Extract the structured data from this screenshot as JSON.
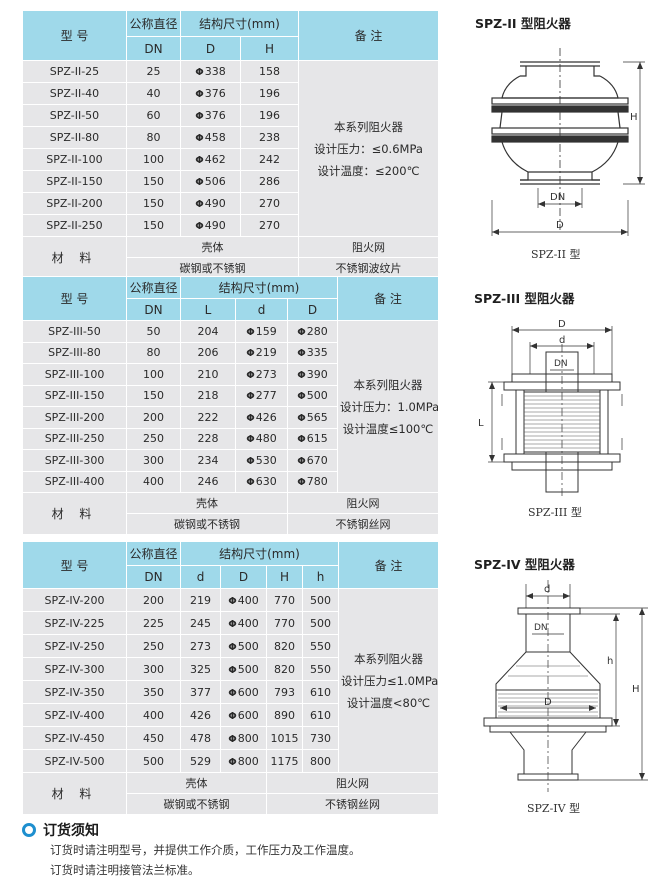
{
  "table_ii": {
    "header": {
      "model": "型 号",
      "dn": "公称直径",
      "dn_sub": "DN",
      "dims": "结构尺寸(mm)",
      "d": "D",
      "h": "H",
      "remark": "备 注"
    },
    "rows": [
      [
        "SPZ-II-25",
        "25",
        "338",
        "158"
      ],
      [
        "SPZ-II-40",
        "40",
        "376",
        "196"
      ],
      [
        "SPZ-II-50",
        "60",
        "376",
        "196"
      ],
      [
        "SPZ-II-80",
        "80",
        "458",
        "238"
      ],
      [
        "SPZ-II-100",
        "100",
        "462",
        "242"
      ],
      [
        "SPZ-II-150",
        "150",
        "506",
        "286"
      ],
      [
        "SPZ-II-200",
        "150",
        "490",
        "270"
      ],
      [
        "SPZ-II-250",
        "150",
        "490",
        "270"
      ]
    ],
    "note": [
      "本系列阻火器",
      "设计压力：≤0.6MPa",
      "设计温度：≤200℃"
    ],
    "material": {
      "label": "材 料",
      "shell": "壳体",
      "shell_value": "碳钢或不锈钢",
      "core": "阻火网",
      "core_value": "不锈钢波纹片"
    }
  },
  "table_iii": {
    "header": {
      "model": "型 号",
      "dn": "公称直径",
      "dn_sub": "DN",
      "dims": "结构尺寸(mm)",
      "l": "L",
      "d": "d",
      "D": "D",
      "remark": "备 注"
    },
    "rows": [
      [
        "SPZ-III-50",
        "50",
        "204",
        "159",
        "280"
      ],
      [
        "SPZ-III-80",
        "80",
        "206",
        "219",
        "335"
      ],
      [
        "SPZ-III-100",
        "100",
        "210",
        "273",
        "390"
      ],
      [
        "SPZ-III-150",
        "150",
        "218",
        "277",
        "500"
      ],
      [
        "SPZ-III-200",
        "200",
        "222",
        "426",
        "565"
      ],
      [
        "SPZ-III-250",
        "250",
        "228",
        "480",
        "615"
      ],
      [
        "SPZ-III-300",
        "300",
        "234",
        "530",
        "670"
      ],
      [
        "SPZ-III-400",
        "400",
        "246",
        "630",
        "780"
      ]
    ],
    "note": [
      "本系列阻火器",
      "设计压力：1.0MPa",
      "设计温度≤100℃"
    ],
    "material": {
      "label": "材 料",
      "shell": "壳体",
      "shell_value": "碳钢或不锈钢",
      "core": "阻火网",
      "core_value": "不锈钢丝网"
    }
  },
  "table_iv": {
    "header": {
      "model": "型 号",
      "dn": "公称直径",
      "dn_sub": "DN",
      "dims": "结构尺寸(mm)",
      "d": "d",
      "D": "D",
      "H": "H",
      "h": "h",
      "remark": "备 注"
    },
    "rows": [
      [
        "SPZ-IV-200",
        "200",
        "219",
        "400",
        "770",
        "500"
      ],
      [
        "SPZ-IV-225",
        "225",
        "245",
        "400",
        "770",
        "500"
      ],
      [
        "SPZ-IV-250",
        "250",
        "273",
        "500",
        "820",
        "550"
      ],
      [
        "SPZ-IV-300",
        "300",
        "325",
        "500",
        "820",
        "550"
      ],
      [
        "SPZ-IV-350",
        "350",
        "377",
        "600",
        "793",
        "610"
      ],
      [
        "SPZ-IV-400",
        "400",
        "426",
        "600",
        "890",
        "610"
      ],
      [
        "SPZ-IV-450",
        "450",
        "478",
        "800",
        "1015",
        "730"
      ],
      [
        "SPZ-IV-500",
        "500",
        "529",
        "800",
        "1175",
        "800"
      ]
    ],
    "note": [
      "本系列阻火器",
      "设计压力≤1.0MPa",
      "设计温度<80℃"
    ],
    "material": {
      "label": "材 料",
      "shell": "壳体",
      "shell_value": "碳钢或不锈钢",
      "core": "阻火网",
      "core_value": "不锈钢丝网"
    }
  },
  "figures": {
    "ii": {
      "title": "SPZ-II 型阻火器",
      "caption": "SPZ-II 型",
      "dim_h": "H",
      "dim_dn": "DN",
      "dim_d": "D"
    },
    "iii": {
      "title": "SPZ-III 型阻火器",
      "caption": "SPZ-III 型",
      "dim_D": "D",
      "dim_d": "d",
      "dim_dn": "DN",
      "dim_l": "L"
    },
    "iv": {
      "title": "SPZ-IV 型阻火器",
      "caption": "SPZ-IV 型",
      "dim_d": "d",
      "dim_dn": "DN",
      "dim_D": "D",
      "dim_h": "h",
      "dim_H": "H"
    }
  },
  "symbols": {
    "diameter": "Φ"
  },
  "order": {
    "title": "订货须知",
    "lines": [
      "订货时请注明型号，并提供工作介质，工作压力及工作温度。",
      "订货时请注明接管法兰标准。"
    ]
  },
  "colors": {
    "header_bg": "#9fd9ea",
    "body_bg": "#e6e6e8",
    "accent": "#1e8fcf"
  }
}
